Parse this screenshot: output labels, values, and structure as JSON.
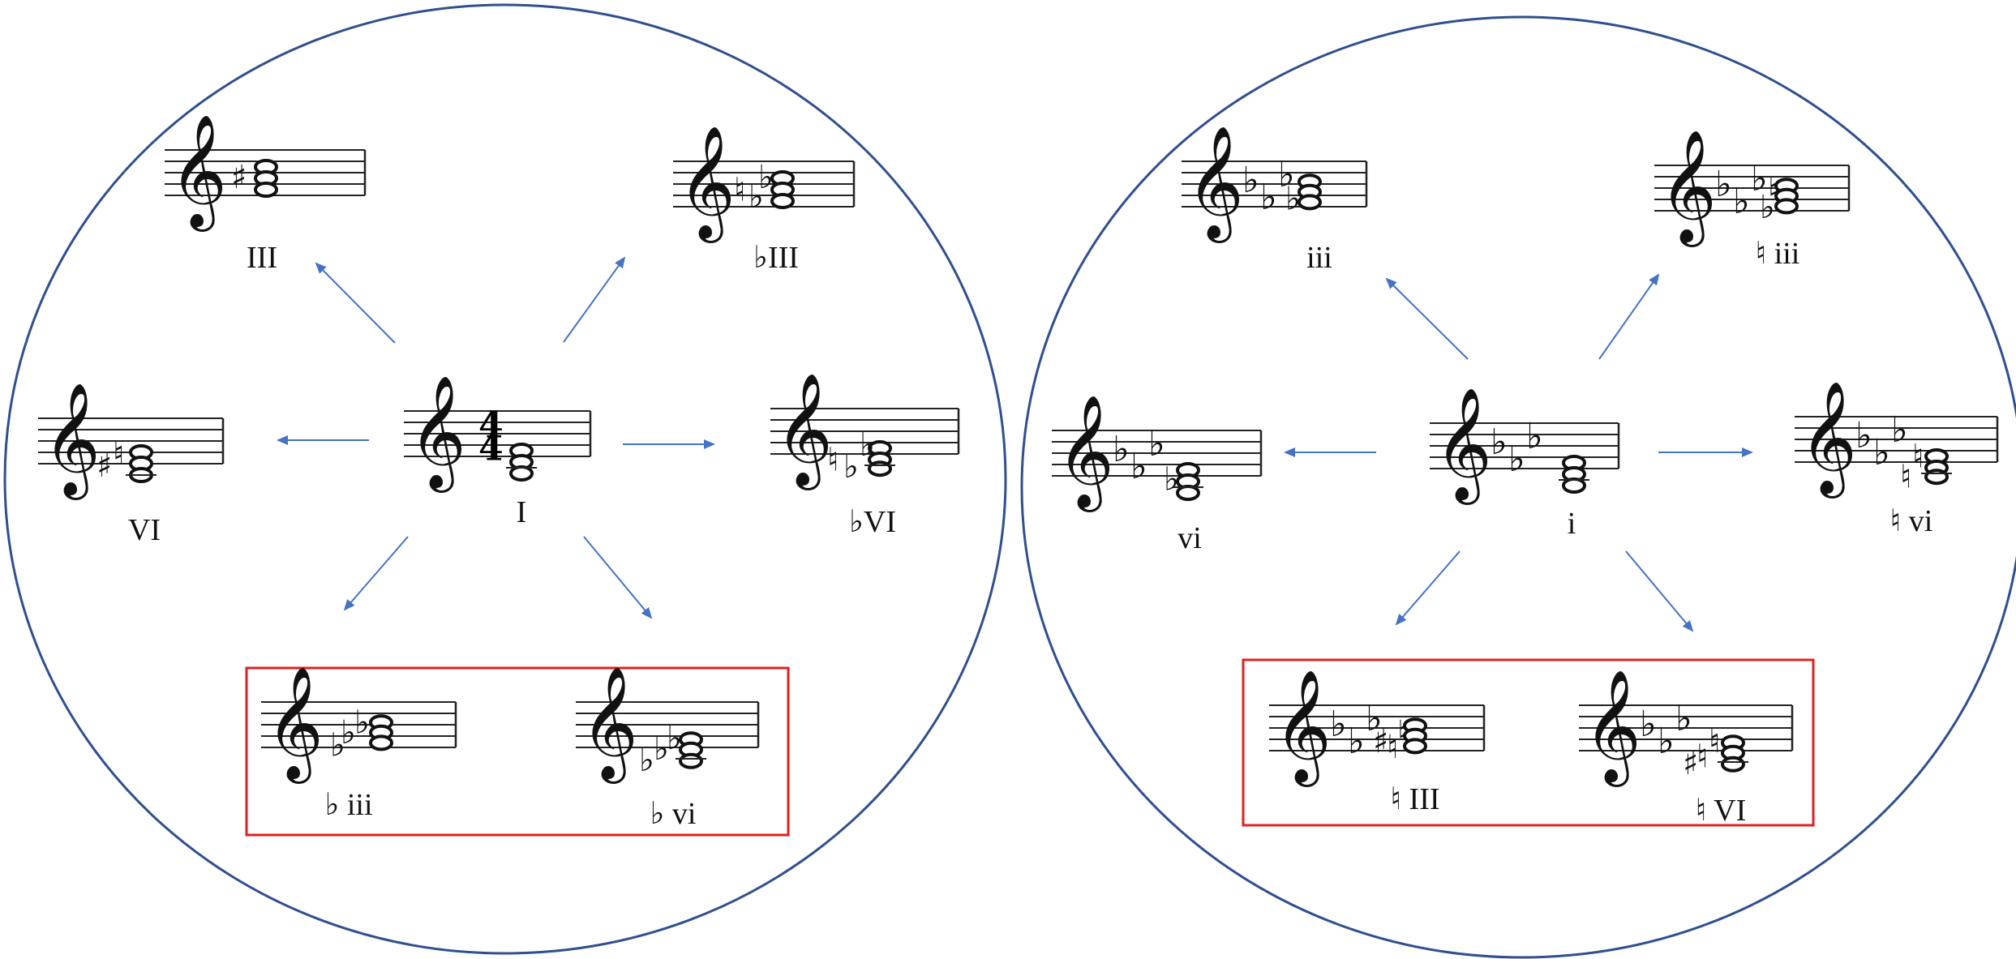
{
  "colors": {
    "circle_stroke": "#2f4f8f",
    "arrow": "#4472c4",
    "highlight_box": "#e02020",
    "ink": "#111111"
  },
  "icons": {
    "clef": "treble-clef",
    "flat": "flat-sign",
    "sharp": "sharp-sign",
    "natural": "natural-sign"
  },
  "major_circle": {
    "center": {
      "label": "I",
      "time_signature": [
        "4",
        "4"
      ]
    },
    "chords": [
      {
        "id": "III",
        "label": "III"
      },
      {
        "id": "bIII",
        "label": "♭III"
      },
      {
        "id": "VI",
        "label": "VI"
      },
      {
        "id": "bVI",
        "label": "♭VI"
      },
      {
        "id": "biii",
        "label": "♭ iii"
      },
      {
        "id": "bvi",
        "label": "♭ vi"
      }
    ]
  },
  "minor_circle": {
    "center": {
      "label": "i"
    },
    "chords": [
      {
        "id": "iii",
        "label": "iii"
      },
      {
        "id": "niii",
        "label": "♮ iii"
      },
      {
        "id": "vi",
        "label": "vi"
      },
      {
        "id": "nvi",
        "label": "♮ vi"
      },
      {
        "id": "nIII",
        "label": "♮ III"
      },
      {
        "id": "nVI",
        "label": "♮ VI"
      }
    ]
  }
}
